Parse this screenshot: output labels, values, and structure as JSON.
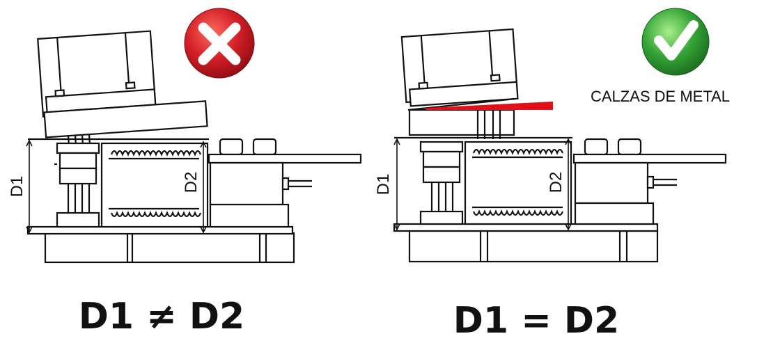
{
  "left_panel": {
    "dim_outer": "D1",
    "dim_inner": "D2",
    "status_icon": "red-x-icon",
    "equation": "D1 ≠ D2"
  },
  "right_panel": {
    "dim_outer": "D1",
    "dim_inner": "D2",
    "status_icon": "green-check-icon",
    "shim_label": "CALZAS DE METAL",
    "equation": "D1 = D2"
  },
  "colors": {
    "line": "#111111",
    "shim": "#e0101a",
    "bad": "#d21e26",
    "good": "#33a336"
  }
}
